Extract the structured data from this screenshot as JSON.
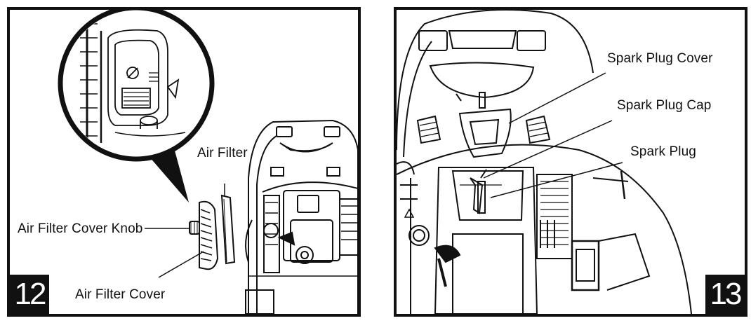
{
  "steps": [
    {
      "number": "12",
      "labels": {
        "air_filter": "Air Filter",
        "air_filter_cover_knob": "Air Filter Cover Knob",
        "air_filter_cover": "Air Filter Cover"
      }
    },
    {
      "number": "13",
      "labels": {
        "spark_plug_cover": "Spark Plug Cover",
        "spark_plug_cap": "Spark Plug Cap",
        "spark_plug": "Spark Plug"
      }
    }
  ],
  "colors": {
    "ink": "#111111",
    "paper": "#ffffff"
  }
}
